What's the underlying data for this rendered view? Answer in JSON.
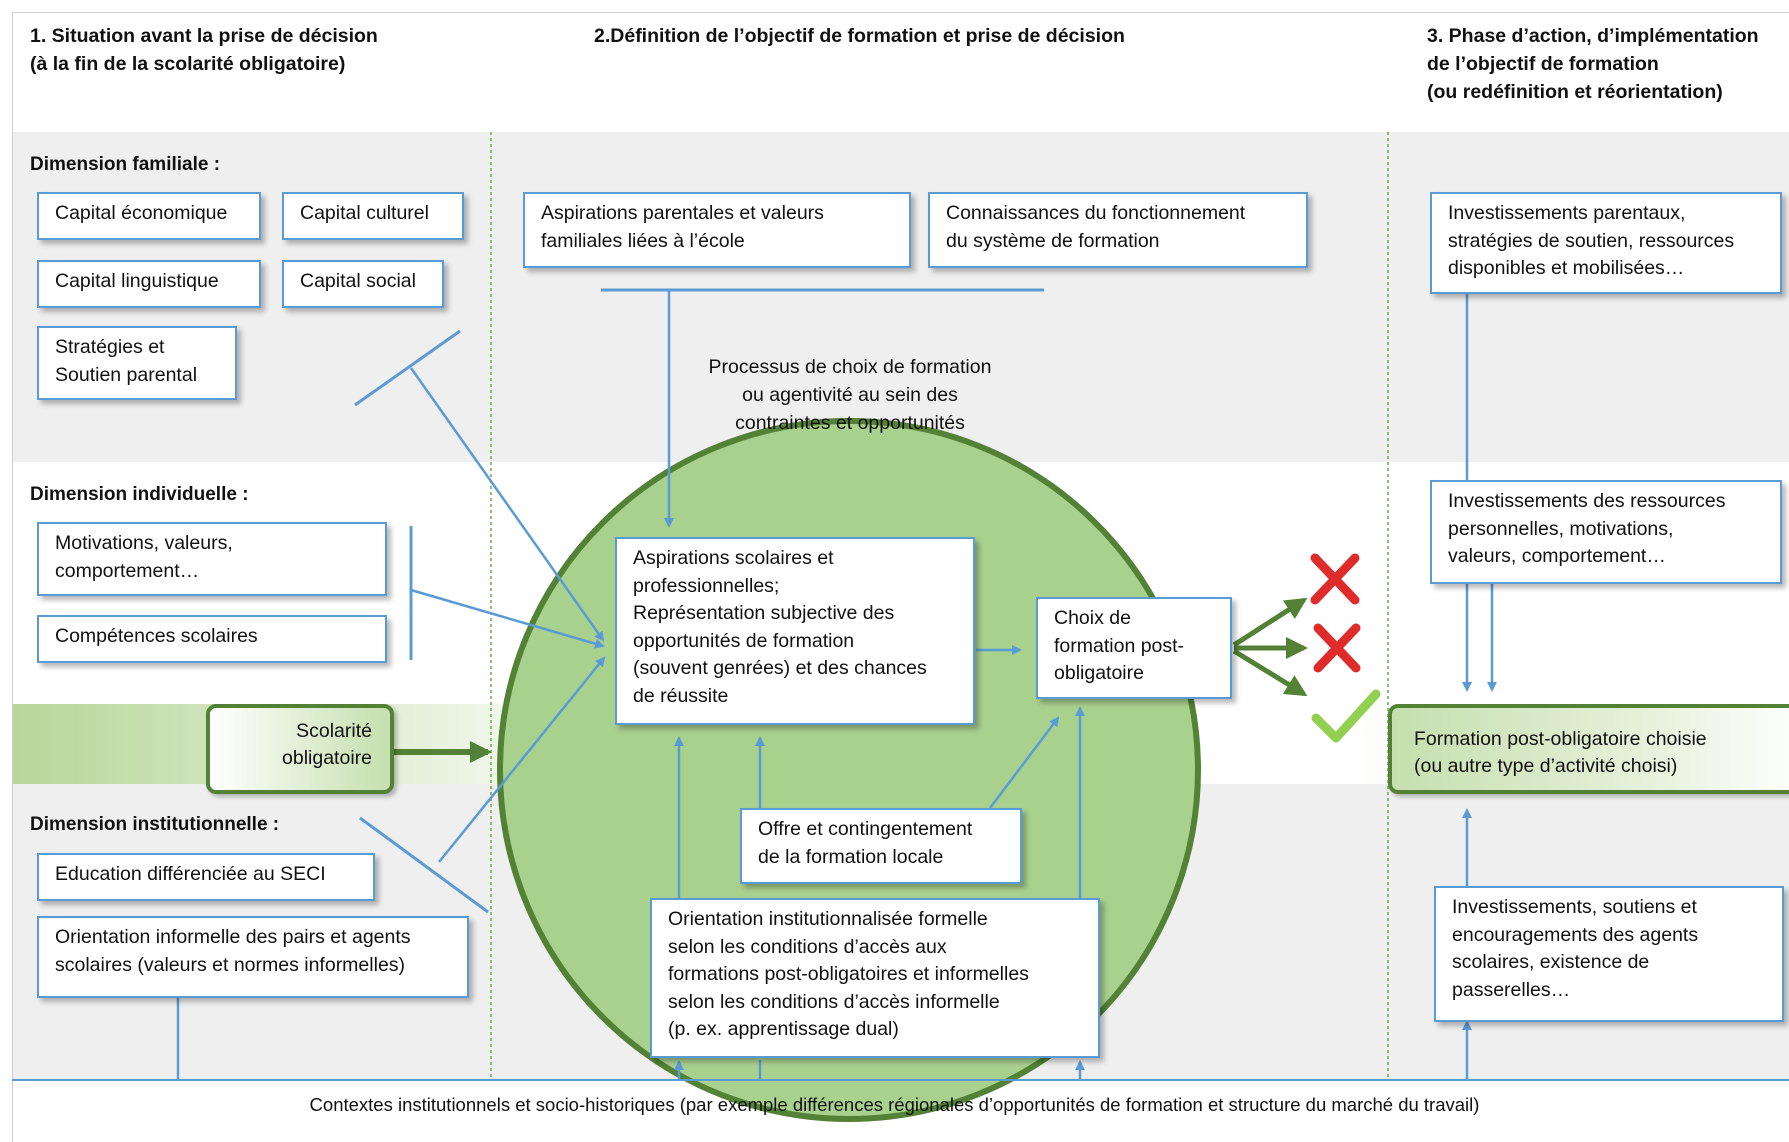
{
  "columns": {
    "col1": "1. Situation avant la prise de décision\n(à la fin de la scolarité obligatoire)",
    "col2": "2.Définition de l’objectif de formation et prise de décision",
    "col3": "3. Phase d’action, d’implémentation\nde l’objectif de formation\n(ou redéfinition et réorientation)"
  },
  "dimensions": {
    "familiale": "Dimension familiale :",
    "individuelle": "Dimension individuelle :",
    "institutionnelle": "Dimension institutionnelle :"
  },
  "familiale_boxes": {
    "capital_economique": "Capital économique",
    "capital_culturel": "Capital culturel",
    "capital_linguistique": "Capital linguistique",
    "capital_social": "Capital social",
    "strategies": "Stratégies et\nSoutien parental"
  },
  "individuelle_boxes": {
    "motivations": "Motivations, valeurs,\ncomportement…",
    "competences": "Compétences scolaires"
  },
  "institutionnelle_boxes": {
    "education": "Education différenciée au SECI",
    "orientation_informelle": "Orientation informelle des pairs et agents\nscolaires (valeurs et normes informelles)"
  },
  "scolarite": "Scolarité\nobligatoire",
  "middle": {
    "aspirations_parentales": "Aspirations parentales et valeurs\nfamiliales liées à l’école",
    "connaissances": "Connaissances du fonctionnement\ndu système de formation",
    "processus": "Processus de choix de formation\nou agentivité au sein des\ncontraintes et opportunités",
    "aspirations_scolaires": "Aspirations scolaires et\nprofessionnelles;\nReprésentation subjective des\nopportunités de formation\n(souvent genrées) et des chances\nde réussite",
    "choix": "Choix de\nformation post-\nobligatoire",
    "offre": "Offre et contingentement\nde la formation locale",
    "orientation_institutionnalisee": "Orientation institutionnalisée formelle\nselon les  conditions d’accès aux\nformations post-obligatoires et informelles\nselon les conditions d’accès informelle\n(p. ex. apprentissage dual)"
  },
  "right": {
    "investissements_parentaux": "Investissements parentaux,\nstratégies de soutien, ressources\ndisponibles et mobilisées…",
    "investissements_personnels": "Investissements des ressources\npersonnelles, motivations,\nvaleurs, comportement…",
    "formation_choisie": "Formation post-obligatoire choisie\n(ou autre type d’activité choisi)",
    "investissements_agents": "Investissements, soutiens et\nencouragements des agents\nscolaires, existence de\npasserelles…"
  },
  "footer": "Contextes institutionnels  et socio-historiques (par exemple différences régionales d’opportunités  de formation et  structure du marché du travail)",
  "colors": {
    "blue": "#5b9bd5",
    "green_dark": "#538135",
    "circle_fill": "#a9d18e",
    "red": "#e02b2b",
    "check_green": "#92d050"
  },
  "icons": [
    "cross-icon",
    "cross-icon",
    "check-icon"
  ]
}
